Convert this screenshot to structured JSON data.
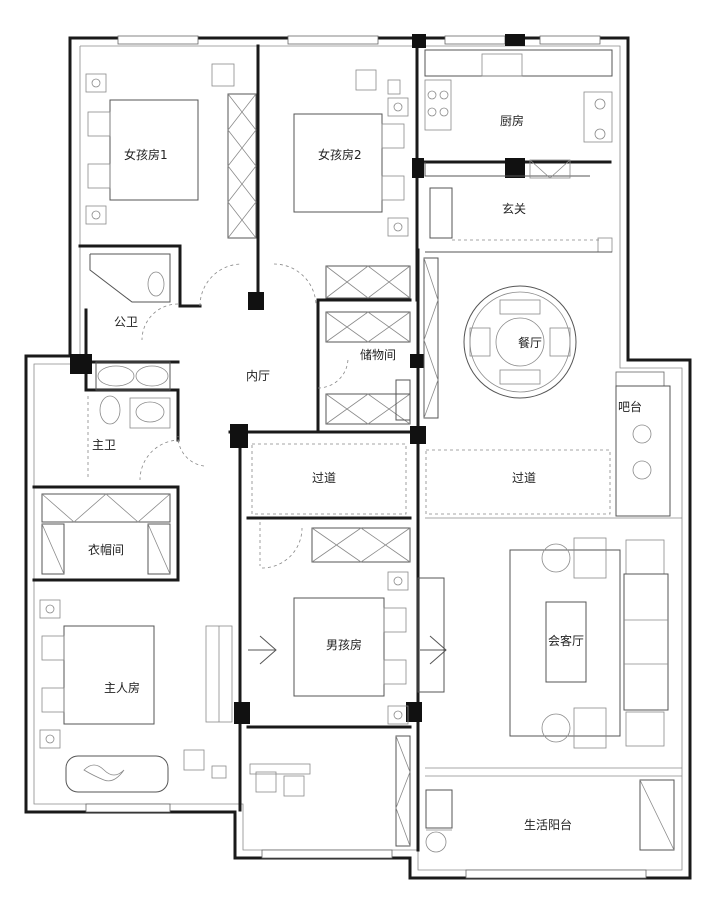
{
  "rooms": {
    "girl_room_1": "女孩房1",
    "girl_room_2": "女孩房2",
    "kitchen": "厨房",
    "entrance": "玄关",
    "public_bath": "公卫",
    "inner_hall": "内厅",
    "storage": "储物间",
    "dining": "餐厅",
    "master_bath": "主卫",
    "bar": "吧台",
    "corridor_left": "过道",
    "corridor_right": "过道",
    "cloakroom": "衣帽间",
    "boy_room": "男孩房",
    "living_room": "会客厅",
    "master_bedroom": "主人房",
    "utility_balcony": "生活阳台"
  }
}
